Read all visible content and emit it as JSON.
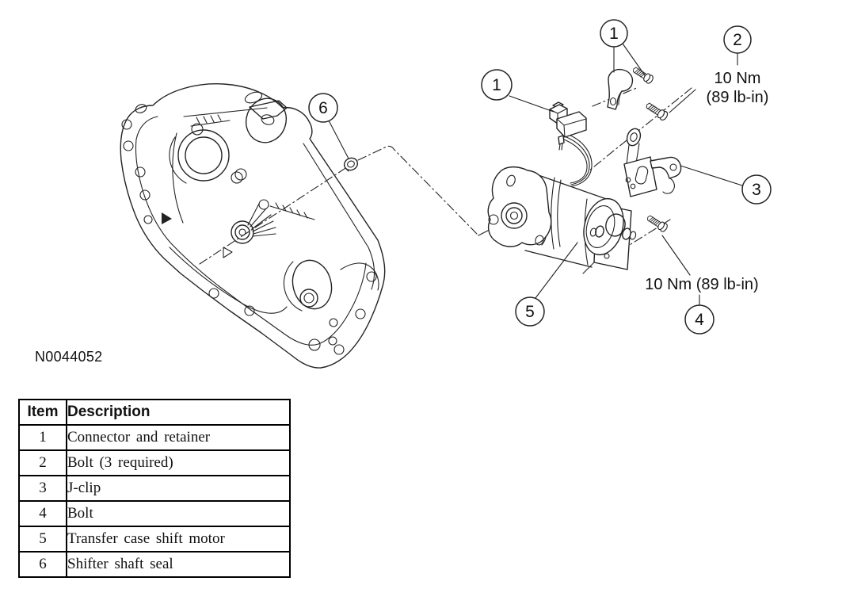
{
  "figure": {
    "figure_number": "N0044052",
    "torque_top": {
      "line1": "10 Nm",
      "line2": "(89 lb-in)"
    },
    "torque_bottom": "10 Nm (89 lb-in)",
    "callouts": {
      "item1": "1",
      "item2": "2",
      "item3": "3",
      "item4": "4",
      "item5": "5",
      "item6": "6"
    }
  },
  "parts_table": {
    "headers": [
      "Item",
      "Description"
    ],
    "rows": [
      {
        "item": "1",
        "description": "Connector and retainer"
      },
      {
        "item": "2",
        "description": "Bolt (3 required)"
      },
      {
        "item": "3",
        "description": "J-clip"
      },
      {
        "item": "4",
        "description": "Bolt"
      },
      {
        "item": "5",
        "description": "Transfer case shift motor"
      },
      {
        "item": "6",
        "description": "Shifter shaft seal"
      }
    ]
  }
}
